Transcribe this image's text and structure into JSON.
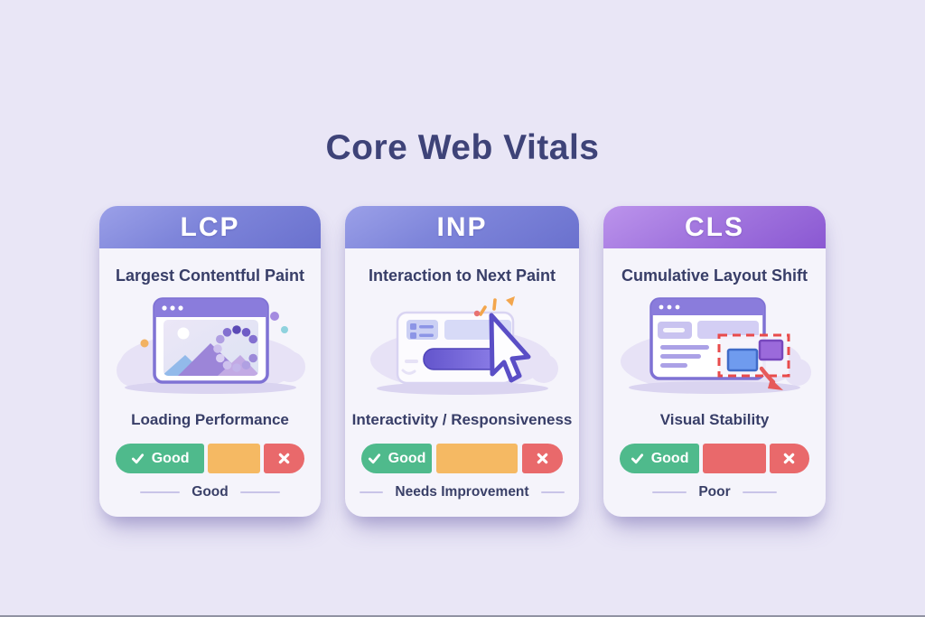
{
  "page": {
    "title": "Core Web Vitals"
  },
  "colors": {
    "background": "#E9E6F6",
    "card_background": "#F5F4FB",
    "title_text": "#3E4378",
    "body_text": "#383E68",
    "good": "#4FBA8C",
    "warn": "#F5B963",
    "bad": "#E9696B",
    "header_blue_gradient": "linear-gradient(150deg,#9BA0E8,#7E85DA 45%,#6A71CE)",
    "header_purple_gradient": "linear-gradient(150deg,#BC94EC,#A377DF 45%,#8A58D2)"
  },
  "cards": [
    {
      "acronym": "LCP",
      "full_name": "Largest Contentful Paint",
      "description": "Loading Performance",
      "rating": "Good",
      "header_bg": "linear-gradient(150deg,#9BA0E8,#7E85DA 45%,#6A71CE)",
      "scale": {
        "good_label": "Good",
        "mid_color": "#F5B963"
      },
      "illustration": "browser-window-with-image-and-loading-spinner"
    },
    {
      "acronym": "INP",
      "full_name": "Interaction to Next Paint",
      "description": "Interactivity / Responsiveness",
      "rating": "Needs Improvement",
      "header_bg": "linear-gradient(150deg,#9BA0E8,#7E85DA 45%,#6A71CE)",
      "scale": {
        "good_label": "Good",
        "mid_color": "#F5B963"
      },
      "illustration": "ui-card-with-button-and-click-cursor"
    },
    {
      "acronym": "CLS",
      "full_name": "Cumulative Layout Shift",
      "description": "Visual Stability",
      "rating": "Poor",
      "header_bg": "linear-gradient(150deg,#BC94EC,#A377DF 45%,#8A58D2)",
      "scale": {
        "good_label": "Good",
        "mid_color": "#E9696B"
      },
      "illustration": "browser-window-with-layout-shift-blocks"
    }
  ]
}
